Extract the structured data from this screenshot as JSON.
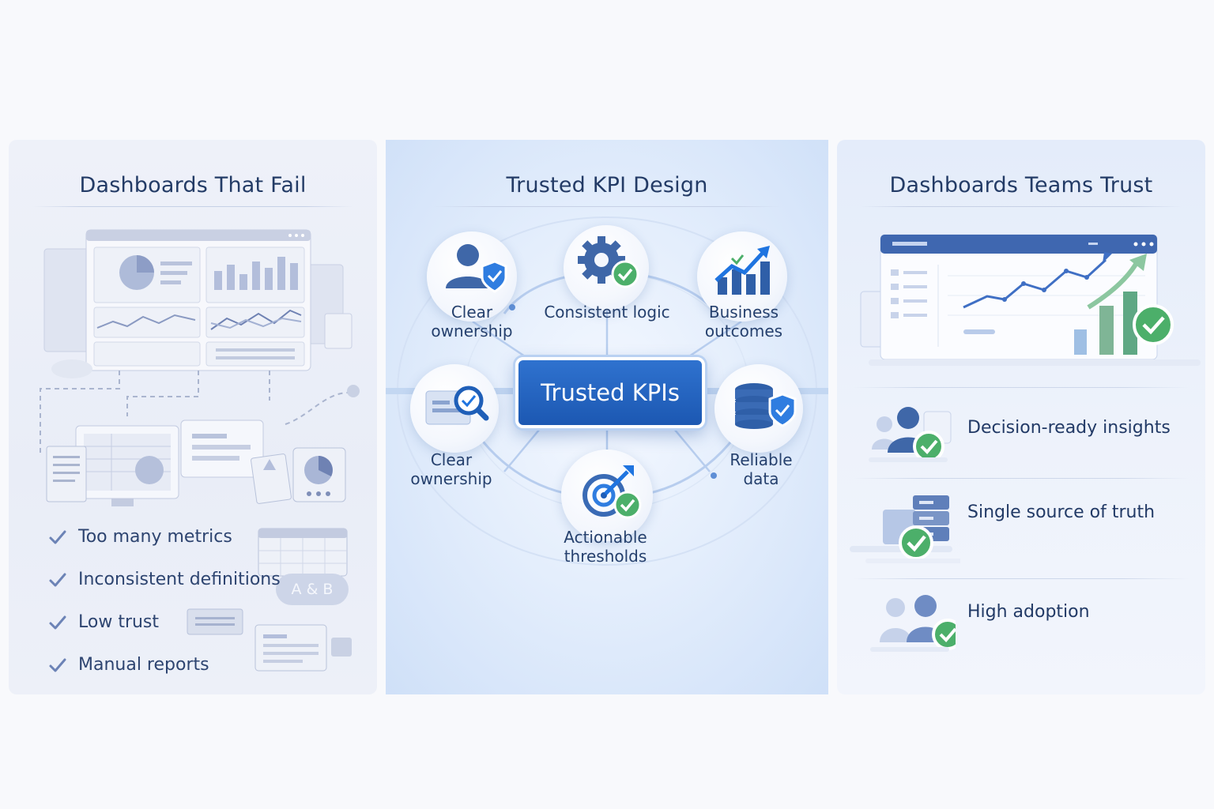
{
  "panels": {
    "left": {
      "title": "Dashboards That Fail",
      "items": [
        "Too many metrics",
        "Inconsistent definitions",
        "Low trust",
        "Manual reports"
      ],
      "ab_label": "A & B"
    },
    "middle": {
      "title": "Trusted KPI Design",
      "hub": "Trusted KPIs",
      "nodes": [
        {
          "label1": "Clear",
          "label2": "ownership",
          "icon": "user-shield-icon"
        },
        {
          "label1": "Consistent logic",
          "label2": "",
          "icon": "gear-check-icon"
        },
        {
          "label1": "Business",
          "label2": "outcomes",
          "icon": "growth-chart-icon"
        },
        {
          "label1": "Clear",
          "label2": "ownership",
          "icon": "document-search-icon"
        },
        {
          "label1": "Reliable",
          "label2": "data",
          "icon": "database-shield-icon"
        },
        {
          "label1": "Actionable",
          "label2": "thresholds",
          "icon": "target-check-icon"
        }
      ]
    },
    "right": {
      "title": "Dashboards Teams Trust",
      "benefits": [
        "Decision-ready insights",
        "Single source of truth",
        "High adoption"
      ]
    }
  },
  "colors": {
    "accent": "#1f5fb8",
    "check_green": "#4caf6a",
    "text": "#23355e"
  }
}
